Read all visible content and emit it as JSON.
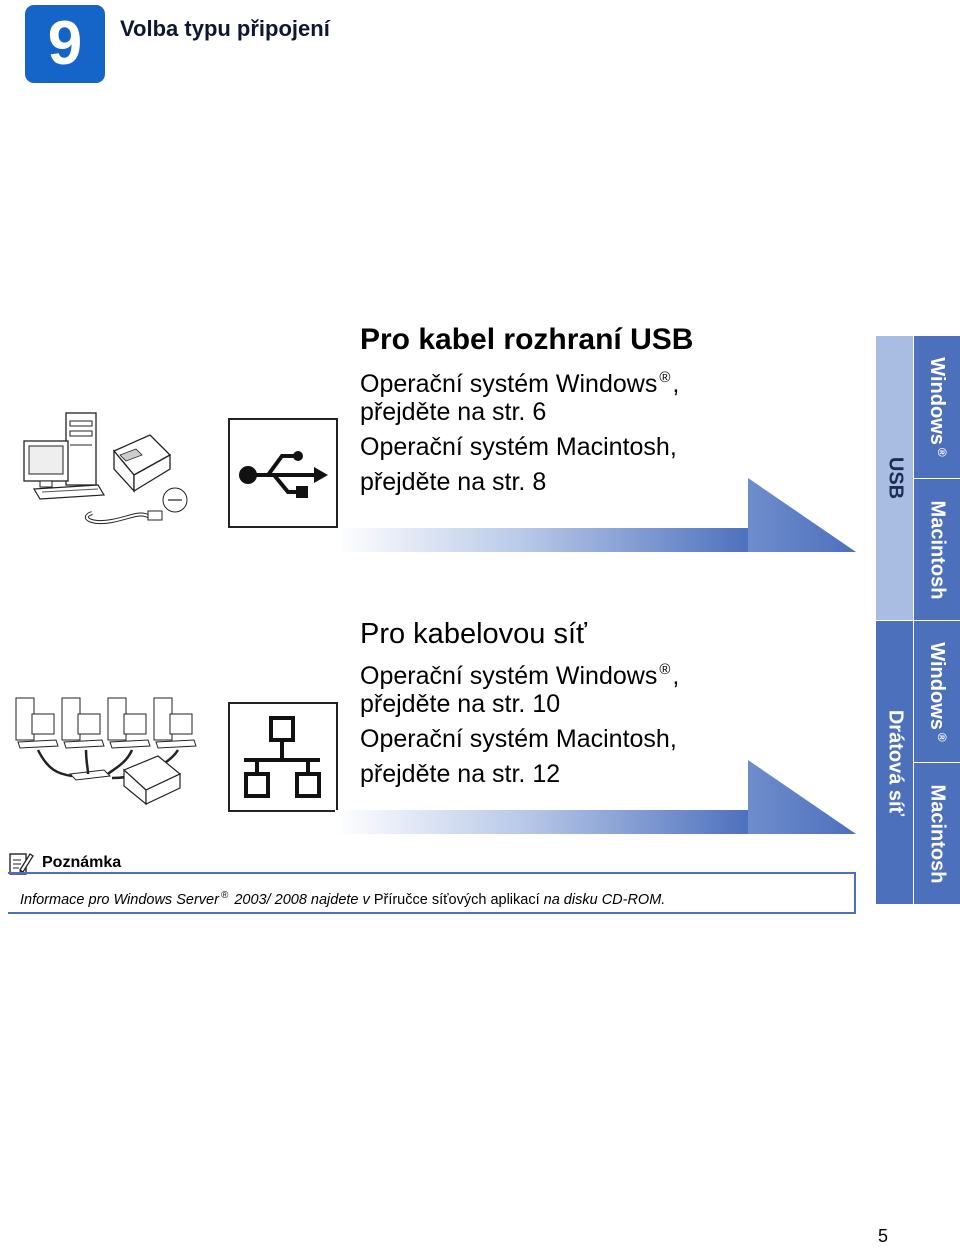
{
  "header": {
    "step_number": "9",
    "title": "Volba typu připojení"
  },
  "usb_section": {
    "heading": "Pro kabel rozhraní USB",
    "line1_prefix": "Operační systém Windows",
    "line1_suffix": ",",
    "line2": "přejděte na str. 6",
    "line3": "Operační systém Macintosh,",
    "line4": "přejděte na str. 8"
  },
  "network_section": {
    "heading": "Pro kabelovou síť",
    "line1_prefix": "Operační systém Windows",
    "line1_suffix": ",",
    "line2": "přejděte na str. 10",
    "line3": "Operační systém Macintosh,",
    "line4": "přejděte na str. 12"
  },
  "side_tabs": {
    "usb_group": "USB",
    "network_group": "Drátová síť",
    "windows": "Windows",
    "macintosh": "Macintosh",
    "registered_mark": "®"
  },
  "note": {
    "label": "Poznámka",
    "text_before": "Informace pro Windows Server",
    "registered_mark": "®",
    "text_mid": " 2003/ 2008 najdete v ",
    "text_upright": "Příručce síťových aplikací",
    "text_after": " na disku CD-ROM."
  },
  "page_number": "5",
  "colors": {
    "brand_blue": "#1565c9",
    "tab_dark": "#4d70bd",
    "tab_light": "#a9bde3"
  }
}
